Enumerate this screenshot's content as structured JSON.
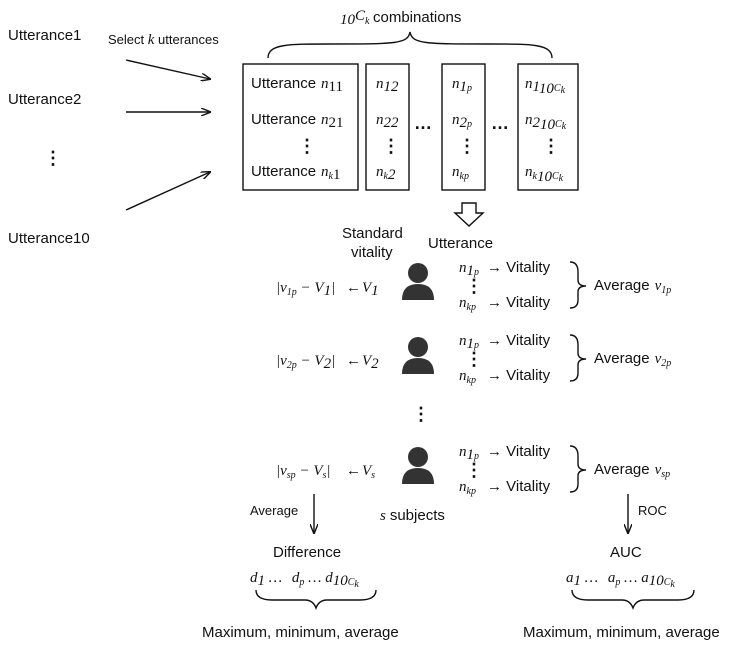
{
  "utterances": [
    "Utterance1",
    "Utterance2",
    "Utterance10"
  ],
  "select_label": "Select k utterances",
  "combinations_label": "combinations",
  "first_box_prefix": "Utterance",
  "standard_vitality": [
    "Standard",
    "vitality"
  ],
  "utterance_header": "Utterance",
  "vitality_word": "Vitality",
  "average_word": "Average",
  "subjects_label": "subjects",
  "left_average_label": "Average",
  "roc_label": "ROC",
  "difference_label": "Difference",
  "auc_label": "AUC",
  "bottom_summary_left": "Maximum, minimum, average",
  "bottom_summary_right": "Maximum, minimum, average",
  "colors": {
    "ink": "#111111",
    "person": "#333333"
  }
}
